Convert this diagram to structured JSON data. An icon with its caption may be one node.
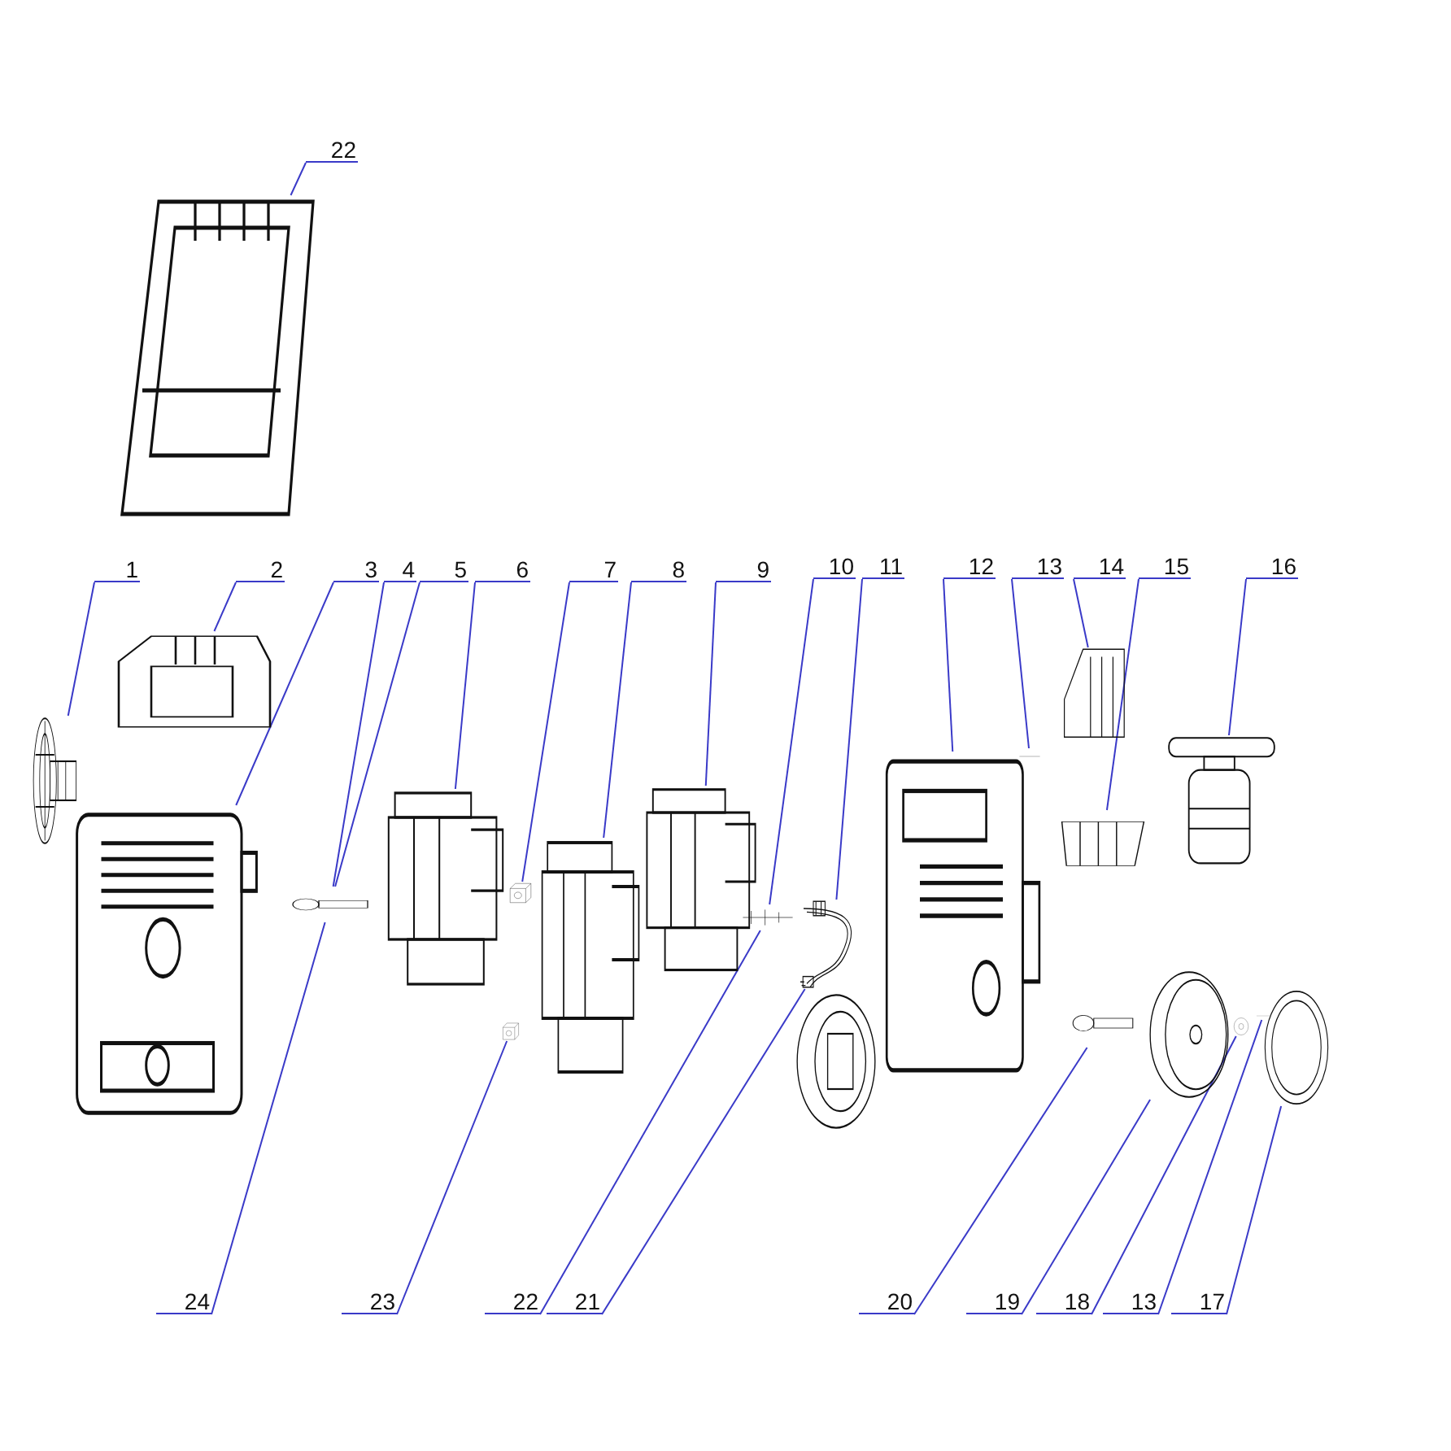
{
  "diagram": {
    "nodes": [
      {
        "text": [
          "22"
        ]
      },
      {
        "text": [
          "1"
        ]
      },
      {
        "text": [
          "2"
        ]
      },
      {
        "text": [
          "3"
        ]
      },
      {
        "text": [
          "4"
        ]
      },
      {
        "text": [
          "5"
        ]
      },
      {
        "text": [
          "6"
        ]
      },
      {
        "text": [
          "7"
        ]
      },
      {
        "text": [
          "8"
        ]
      },
      {
        "text": [
          "9"
        ]
      },
      {
        "text": [
          "10"
        ]
      },
      {
        "text": [
          "11"
        ]
      },
      {
        "text": [
          "12"
        ]
      },
      {
        "text": [
          "13"
        ]
      },
      {
        "text": [
          "14"
        ]
      },
      {
        "text": [
          "15"
        ]
      },
      {
        "text": [
          "16"
        ]
      },
      {
        "text": [
          "24"
        ]
      },
      {
        "text": [
          "23"
        ]
      },
      {
        "text": [
          "22"
        ]
      },
      {
        "text": [
          "21"
        ]
      },
      {
        "text": [
          "20"
        ]
      },
      {
        "text": [
          "19"
        ]
      },
      {
        "text": [
          "18"
        ]
      },
      {
        "text": [
          "13"
        ]
      },
      {
        "text": [
          "17"
        ]
      },
      {
        "text": [],
        "shape": "picture"
      },
      {
        "text": [],
        "shape": "picture"
      },
      {
        "text": [],
        "shape": "picture"
      },
      {
        "text": [],
        "shape": "picture"
      },
      {
        "text": [],
        "shape": "picture"
      },
      {
        "text": [],
        "shape": "picture"
      },
      {
        "text": [],
        "shape": "picture"
      },
      {
        "text": [],
        "shape": "picture"
      },
      {
        "text": [],
        "shape": "picture"
      },
      {
        "text": [],
        "shape": "picture"
      },
      {
        "text": [],
        "shape": "picture"
      },
      {
        "text": [],
        "shape": "picture"
      },
      {
        "text": [],
        "shape": "picture"
      },
      {
        "text": [],
        "shape": "picture"
      },
      {
        "text": [],
        "shape": "picture"
      },
      {
        "text": [],
        "shape": "picture"
      },
      {
        "text": [],
        "shape": "picture"
      },
      {
        "text": [],
        "shape": "picture"
      },
      {
        "text": [],
        "shape": "picture"
      },
      {
        "text": [],
        "shape": "picture"
      },
      {
        "text": [],
        "shape": "picture"
      },
      {
        "text": [],
        "shape": "picture"
      },
      {
        "text": [],
        "shape": "picture"
      }
    ],
    "edges": [
      {
        "from": 0,
        "to": 26,
        "arrow": "none"
      },
      {
        "from": 1,
        "to": 27,
        "arrow": "none"
      },
      {
        "from": 2,
        "to": 28,
        "arrow": "none"
      },
      {
        "from": 3,
        "to": 29,
        "arrow": "none"
      },
      {
        "from": 4,
        "to": 30,
        "arrow": "none"
      },
      {
        "from": 5,
        "to": 30,
        "arrow": "none"
      },
      {
        "from": 6,
        "to": 31,
        "arrow": "none"
      },
      {
        "from": 7,
        "to": 32,
        "arrow": "none"
      },
      {
        "from": 8,
        "to": 33,
        "arrow": "none"
      },
      {
        "from": 9,
        "to": 34,
        "arrow": "none"
      },
      {
        "from": 10,
        "to": 35,
        "arrow": "none"
      },
      {
        "from": 11,
        "to": 36,
        "arrow": "none"
      },
      {
        "from": 12,
        "to": 38,
        "arrow": "none"
      },
      {
        "from": 13,
        "to": 48,
        "arrow": "none"
      },
      {
        "from": 14,
        "to": 39,
        "arrow": "none"
      },
      {
        "from": 15,
        "to": 40,
        "arrow": "none"
      },
      {
        "from": 16,
        "to": 41,
        "arrow": "none"
      },
      {
        "from": 17,
        "to": 30,
        "arrow": "none"
      },
      {
        "from": 18,
        "to": 42,
        "arrow": "none"
      },
      {
        "from": 19,
        "to": 35,
        "arrow": "none"
      },
      {
        "from": 20,
        "to": 36,
        "arrow": "none"
      },
      {
        "from": 21,
        "to": 43,
        "arrow": "none"
      },
      {
        "from": 22,
        "to": 44,
        "arrow": "none"
      },
      {
        "from": 23,
        "to": 45,
        "arrow": "none"
      },
      {
        "from": 24,
        "to": 46,
        "arrow": "none"
      },
      {
        "from": 25,
        "to": 47,
        "arrow": "none"
      }
    ]
  }
}
